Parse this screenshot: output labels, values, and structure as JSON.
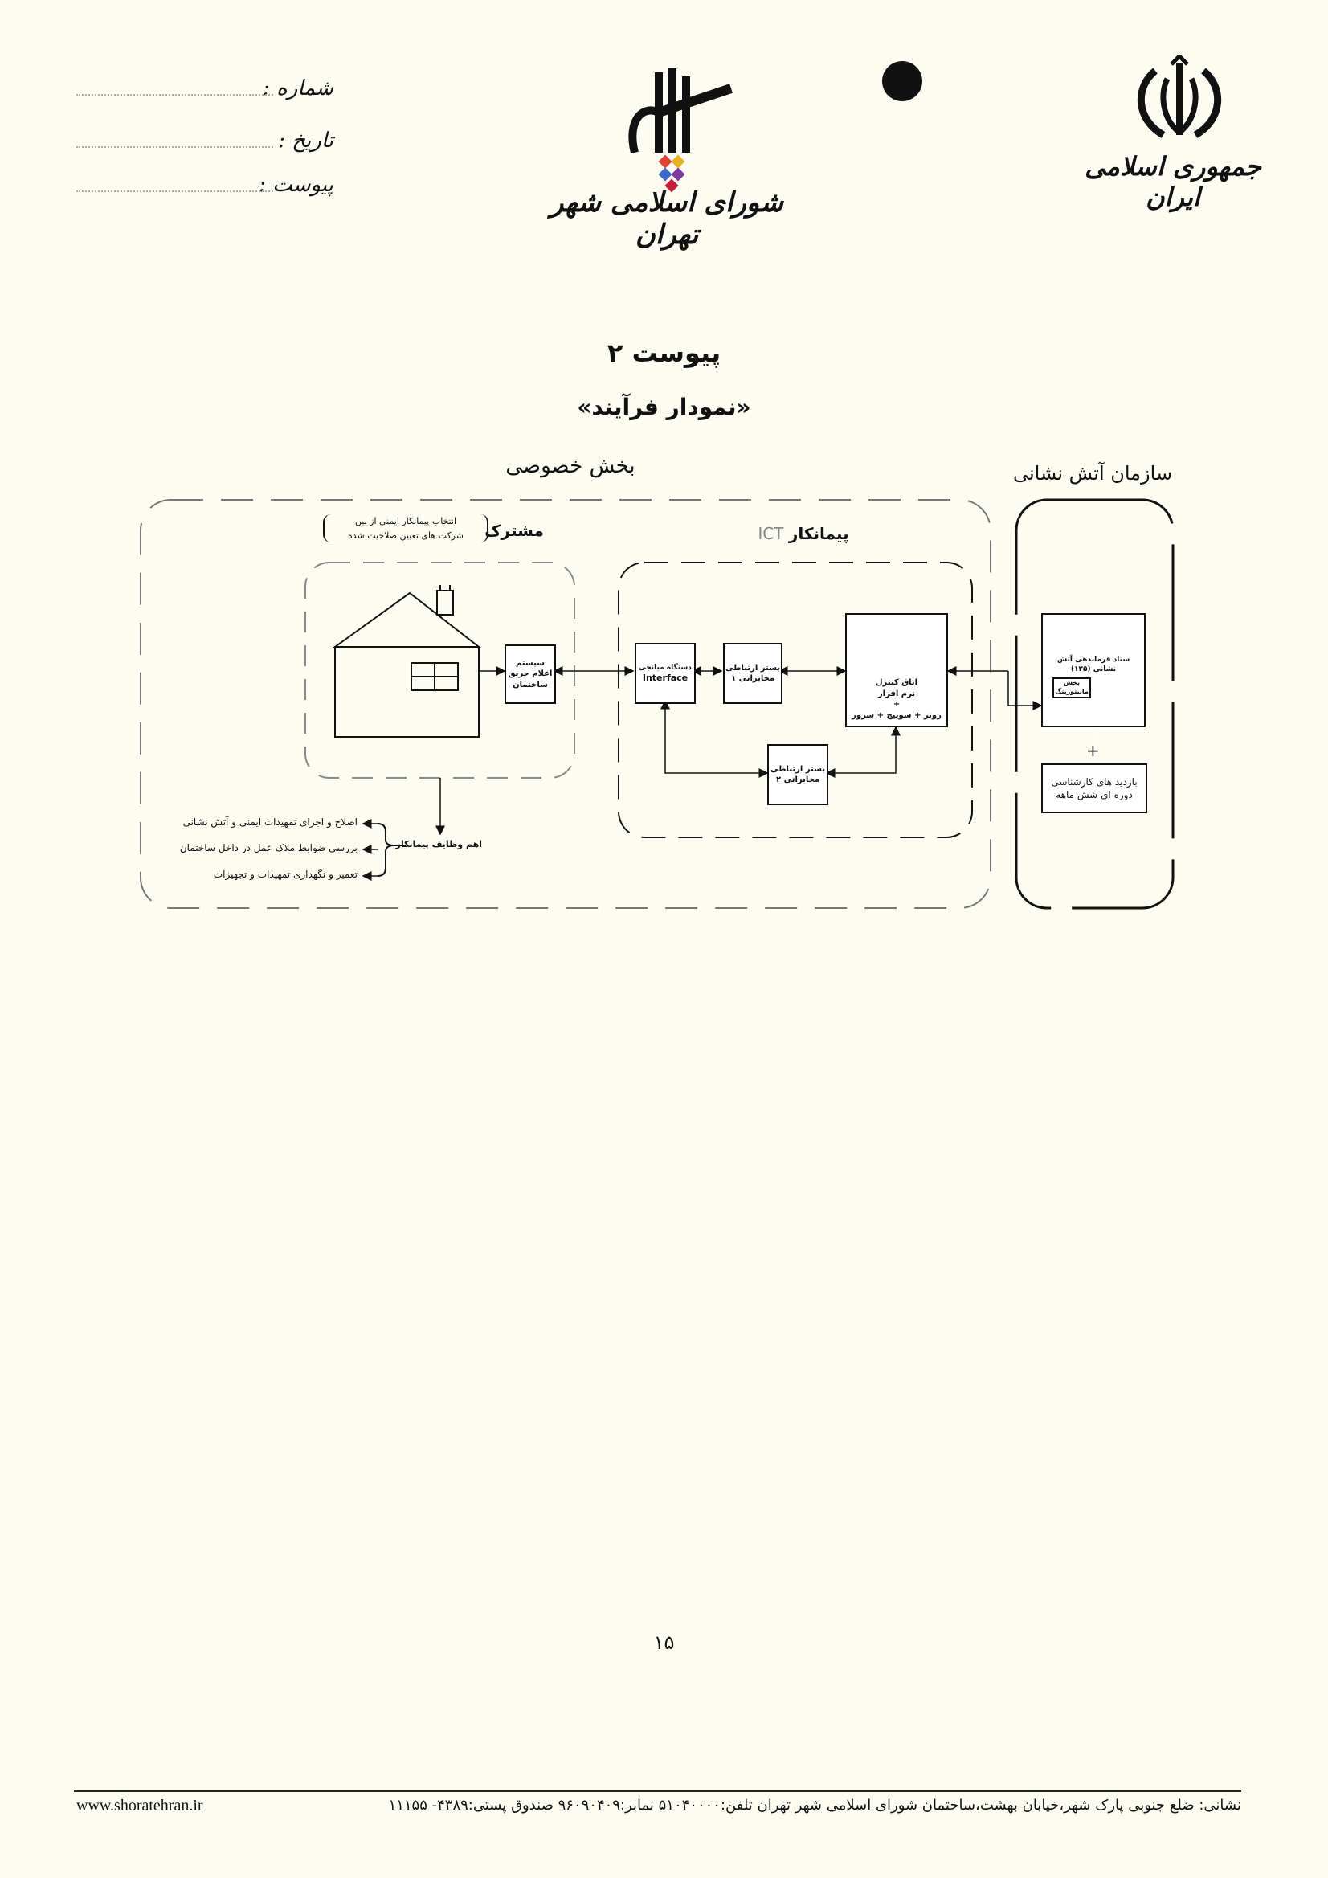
{
  "header": {
    "fields": [
      {
        "label": "شماره :"
      },
      {
        "label": "تاریخ :"
      },
      {
        "label": "پیوست :"
      }
    ],
    "council_name": "شورای اسلامی شهر تهران",
    "country_name": "جمهوری اسلامی ایران"
  },
  "titles": {
    "appendix": "پیوست ۲",
    "diagram": "«نمودار فرآیند»"
  },
  "diagram": {
    "private_sector_label": "بخش خصوصی",
    "fire_org_label": "سازمان آتش نشانی",
    "customer_label": "مشترک",
    "customer_note_1": "انتخاب پیمانکار ایمنی از بین",
    "customer_note_2": "شرکت های تعیین صلاحیت شده",
    "contractor_label": "پیمانکار",
    "contractor_ict": "ICT",
    "fire_alarm_box": "سیستم اعلام حریق ساختمان",
    "interface_box_line1": "دستگاه میانجی",
    "interface_box_line2": "Interface",
    "comm_bed_1": "بستر ارتباطی مخابراتی ۱",
    "comm_bed_2": "بستر ارتباطی مخابراتی ۲",
    "control_room_line1": "اتاق کنترل",
    "control_room_line2": "نرم افزار",
    "control_room_line3": "+",
    "control_room_line4": "روتر + سوییچ + سرور",
    "fire_hq": "ستاد فرماندهی آتش نشانی (۱۲۵)",
    "monitoring": "بخش مانیتورینگ",
    "plus": "+",
    "inspections": "بازدید های کارشناسی دوره ای شش ماهه",
    "duties_label": "اهم وظایف پیمانکار",
    "duties": [
      "اصلاح و اجرای تمهیدات ایمنی و آتش نشانی",
      "بررسی ضوابط ملاک عمل در داخل ساختمان",
      "تعمیر و نگهداری تمهیدات و تجهیزات"
    ]
  },
  "page_number": "۱۵",
  "footer": {
    "address": "نشانی: ضلع جنوبی پارک شهر،خیابان بهشت،ساختمان شورای اسلامی شهر تهران تلفن:۵۱۰۴۰۰۰۰ نمابر:۹۶۰۹۰۴۰۹ صندوق پستی:۴۳۸۹- ۱۱۱۵۵",
    "website": "www.shoratehran.ir"
  }
}
